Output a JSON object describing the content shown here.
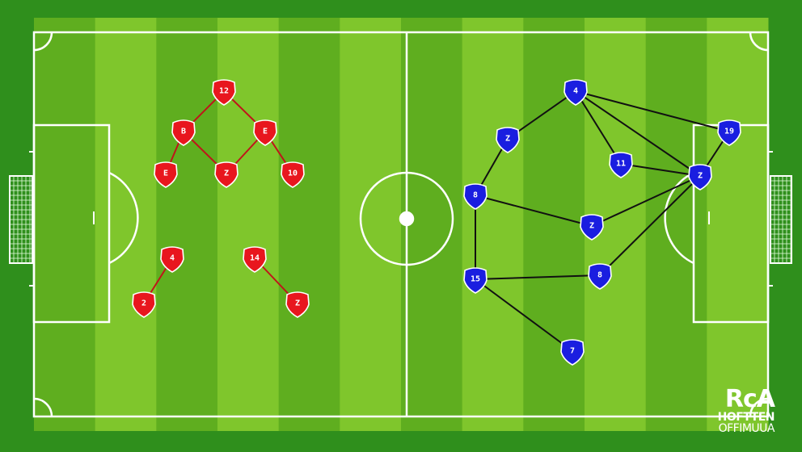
{
  "colors": {
    "grass_light": "#7fc62c",
    "grass_dark": "#5fae1f",
    "grass_edge": "#2f8f1c",
    "lines": "#ffffff",
    "red_team": "#e8161e",
    "blue_team": "#1a1ee0",
    "link_red": "#c0141a",
    "link_blue": "#111111"
  },
  "red_team": {
    "players": [
      {
        "id": "r1",
        "label": "12"
      },
      {
        "id": "r2",
        "label": "B"
      },
      {
        "id": "r3",
        "label": "E"
      },
      {
        "id": "r4",
        "label": "E"
      },
      {
        "id": "r5",
        "label": "Z"
      },
      {
        "id": "r6",
        "label": "10"
      },
      {
        "id": "r7",
        "label": "4"
      },
      {
        "id": "r8",
        "label": "14"
      },
      {
        "id": "r9",
        "label": "2"
      },
      {
        "id": "r10",
        "label": "Z"
      }
    ],
    "links": [
      [
        "r1",
        "r2"
      ],
      [
        "r1",
        "r4"
      ],
      [
        "r2",
        "r3"
      ],
      [
        "r2",
        "r5"
      ],
      [
        "r4",
        "r5"
      ],
      [
        "r4",
        "r6"
      ],
      [
        "r7",
        "r9"
      ],
      [
        "r8",
        "r10"
      ]
    ]
  },
  "blue_team": {
    "players": [
      {
        "id": "b1",
        "label": "4"
      },
      {
        "id": "b2",
        "label": "19"
      },
      {
        "id": "b3",
        "label": "Z"
      },
      {
        "id": "b4",
        "label": "11"
      },
      {
        "id": "b5",
        "label": "Z"
      },
      {
        "id": "b6",
        "label": "8"
      },
      {
        "id": "b7",
        "label": "Z"
      },
      {
        "id": "b8",
        "label": "15"
      },
      {
        "id": "b9",
        "label": "8"
      },
      {
        "id": "b10",
        "label": "7"
      }
    ],
    "links": [
      [
        "b1",
        "b2"
      ],
      [
        "b1",
        "b5"
      ],
      [
        "b1",
        "b4"
      ],
      [
        "b1",
        "b3"
      ],
      [
        "b3",
        "b6"
      ],
      [
        "b4",
        "b5"
      ],
      [
        "b2",
        "b5"
      ],
      [
        "b5",
        "b7"
      ],
      [
        "b5",
        "b9"
      ],
      [
        "b6",
        "b7"
      ],
      [
        "b6",
        "b8"
      ],
      [
        "b8",
        "b9"
      ],
      [
        "b8",
        "b10"
      ]
    ]
  },
  "watermark": {
    "line1": "RcA",
    "line2": "HOFTTEN",
    "line3": "OFFIMUUA"
  }
}
